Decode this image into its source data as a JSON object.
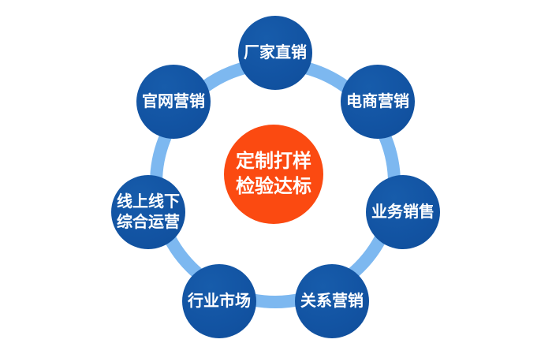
{
  "diagram": {
    "type": "hub-and-spoke-circle-diagram",
    "colors": {
      "background": "#ffffff",
      "ring": "#7db8f0",
      "node_fill": "#1253a2",
      "center_fill": "#fb4a11",
      "text": "#ffffff"
    },
    "center_node": {
      "line1": "定制打样",
      "line2": "检验达标"
    },
    "nodes": [
      {
        "label": "厂家直销",
        "position": "top"
      },
      {
        "label": "电商营销",
        "position": "top-right"
      },
      {
        "label": "业务销售",
        "position": "right"
      },
      {
        "label": "关系营销",
        "position": "bottom-right"
      },
      {
        "label": "行业市场",
        "position": "bottom-left"
      },
      {
        "label": "线上线下综合运营",
        "position": "left"
      },
      {
        "label": "官网营销",
        "position": "top-left"
      }
    ]
  }
}
